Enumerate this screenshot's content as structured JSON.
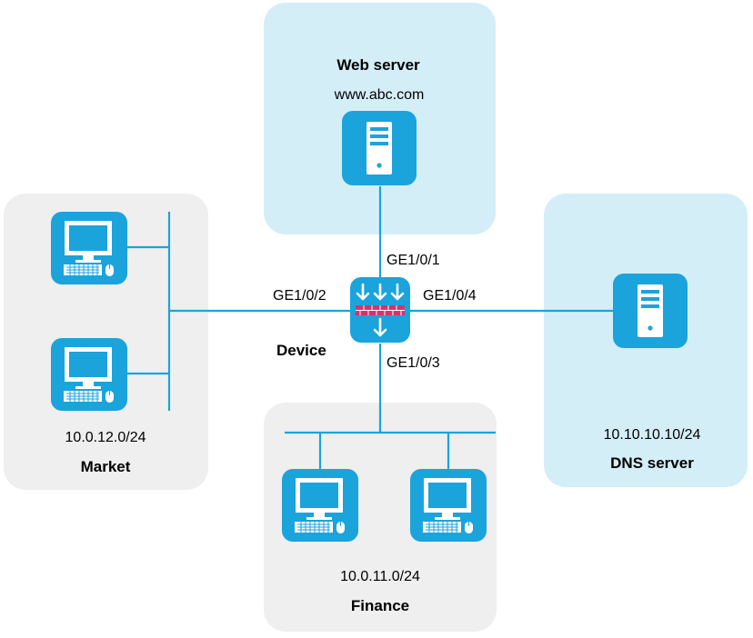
{
  "web_zone": {
    "title": "Web server",
    "host": "www.abc.com",
    "icon": "server-icon"
  },
  "dns_zone": {
    "title": "DNS server",
    "address": "10.10.10.10/24",
    "icon": "server-icon"
  },
  "market_zone": {
    "title": "Market",
    "subnet": "10.0.12.0/24",
    "icon": "pc-icon"
  },
  "finance_zone": {
    "title": "Finance",
    "subnet": "10.0.11.0/24",
    "icon": "pc-icon"
  },
  "device": {
    "name": "Device",
    "icon": "firewall-icon",
    "interfaces": {
      "up": "GE1/0/1",
      "left": "GE1/0/2",
      "down": "GE1/0/3",
      "right": "GE1/0/4"
    }
  },
  "colors": {
    "zone_blue": "#d4eef8",
    "zone_gray": "#efefef",
    "icon_blue": "#1ba3dc",
    "link": "#1ba3dc",
    "firewall_red": "#d6336c"
  }
}
